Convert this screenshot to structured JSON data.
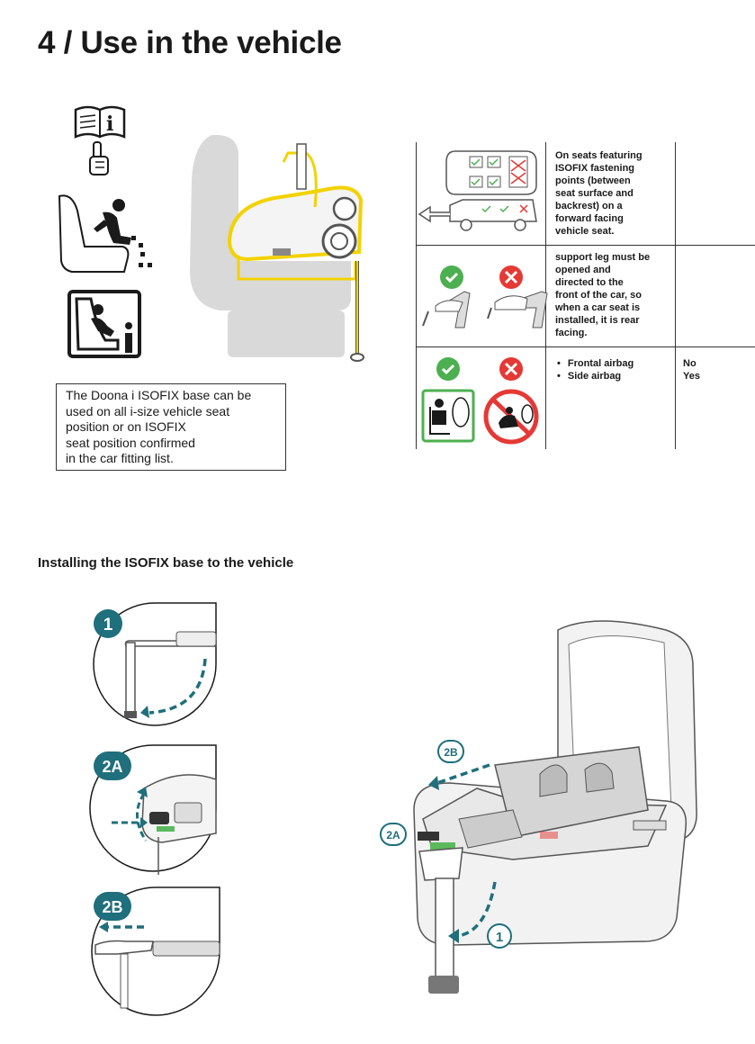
{
  "title": "4 / Use in the vehicle",
  "note_lines": [
    "The Doona i ISOFIX base can be",
    "used on all i-size vehicle seat",
    "position or on ISOFIX",
    "seat position confirmed",
    "in the car fitting list."
  ],
  "table": {
    "row1_lines": [
      "On seats featuring",
      "ISOFIX fastening",
      "points (between",
      "seat surface and",
      "backrest) on a",
      "forward facing",
      "vehicle seat."
    ],
    "row2_lines": [
      "support leg must be",
      "opened and",
      "directed to the",
      "front of the car, so",
      "when a car seat is",
      "installed, it is rear",
      "facing."
    ],
    "row3_bullets": [
      "Frontal airbag",
      "Side airbag"
    ],
    "row3_values": [
      "No",
      "Yes"
    ]
  },
  "section_title": "Installing the ISOFIX base to the vehicle",
  "steps": {
    "step1": "1",
    "step2a": "2A",
    "step2b": "2B"
  },
  "colors": {
    "teal": "#1f6f7c",
    "yellow": "#f2d200",
    "green": "#4caf50",
    "red": "#e53935",
    "seat_gray": "#d9d9d9"
  },
  "icons": [
    "manual-info-icon",
    "seat-posture-icon",
    "child-seat-info-icon",
    "check-icon",
    "cross-icon",
    "airbag-allowed-icon",
    "airbag-forbidden-icon"
  ]
}
